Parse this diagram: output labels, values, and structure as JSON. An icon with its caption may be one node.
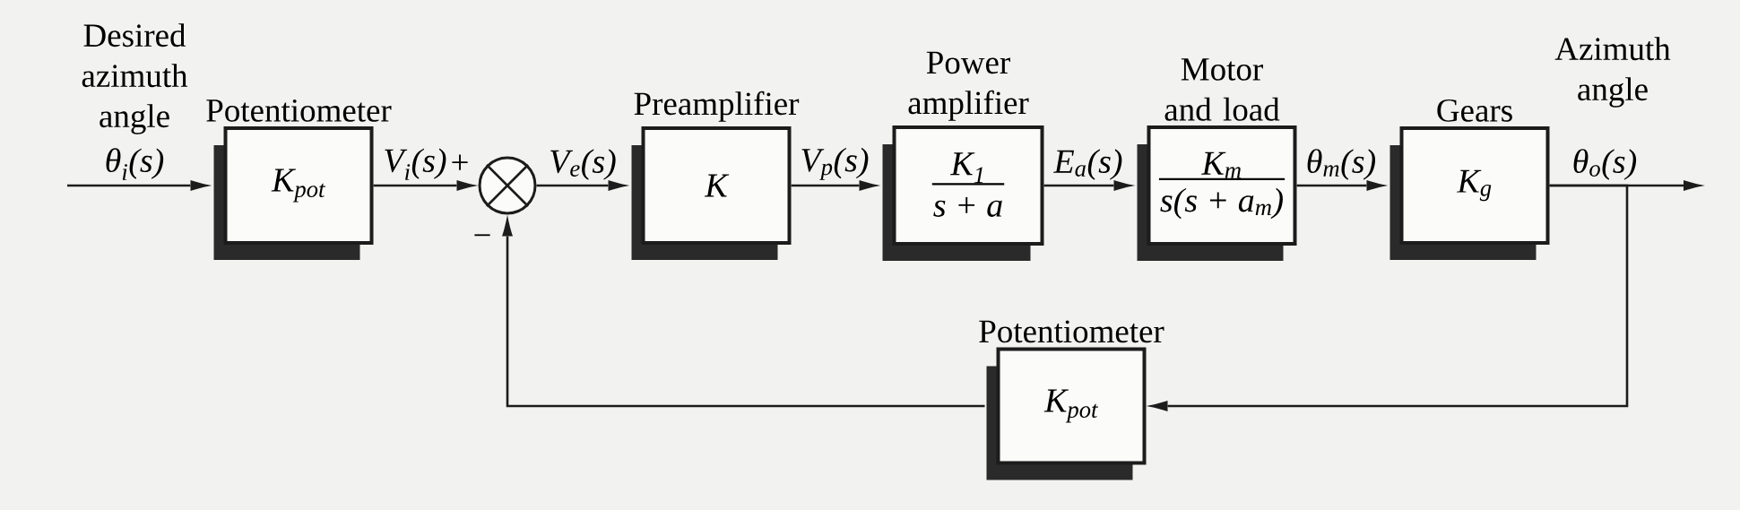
{
  "diagram": {
    "nodes": [
      {
        "text": [
          "Potentiometer",
          "K$_{pot}$"
        ]
      },
      {
        "text": [],
        "shape": "circle"
      },
      {
        "text": [
          "Preamplifier",
          "K"
        ]
      },
      {
        "text": [
          "Power amplifier",
          "K$_{1}$",
          "s + a"
        ]
      },
      {
        "text": [
          "Motor and load",
          "K$_{m}$",
          "s(s + a$_{m}$)"
        ]
      },
      {
        "text": [
          "Gears",
          "K$_{g}$"
        ]
      },
      {
        "text": [
          "Potentiometer",
          "K$_{pot}$"
        ]
      }
    ],
    "edges": [
      {
        "from": null,
        "to": 0,
        "arrow": "to",
        "label": "θ$_{i}$(s)"
      },
      {
        "from": 0,
        "to": 1,
        "arrow": "to",
        "label": "V$_{i}$(s)"
      },
      {
        "from": 1,
        "to": 2,
        "arrow": "to",
        "label": "V$_{e}$(s)"
      },
      {
        "from": 2,
        "to": 3,
        "arrow": "to",
        "label": "V$_{p}$(s)"
      },
      {
        "from": 3,
        "to": 4,
        "arrow": "to",
        "label": "E$_{a}$(s)"
      },
      {
        "from": 4,
        "to": 5,
        "arrow": "to",
        "label": "θ$_{m}$(s)"
      },
      {
        "from": 5,
        "to": null,
        "arrow": "to",
        "label": "θ$_{o}$(s)"
      },
      {
        "from": 5,
        "to": 6,
        "arrow": "to"
      },
      {
        "from": 6,
        "to": 1,
        "arrow": "to"
      }
    ],
    "labels": [
      "Desired azimuth angle",
      "+",
      "−",
      "Azimuth angle"
    ]
  }
}
